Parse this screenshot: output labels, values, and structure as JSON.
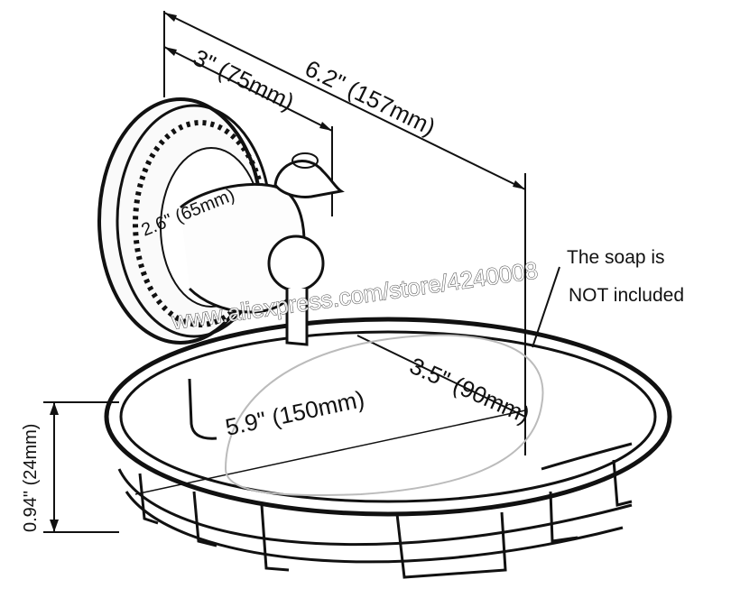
{
  "dimensions": {
    "overall_width": "6.2\" (157mm)",
    "projection": "3\" (75mm)",
    "base_diameter": "2.6\" (65mm)",
    "basket_depth": "3.5\" (90mm)",
    "basket_length": "5.9\" (150mm)",
    "basket_height": "0.94\" (24mm)"
  },
  "note": {
    "line1": "The soap is",
    "line2": "NOT included"
  },
  "watermark": "www.aliexpress.com/store/4240008"
}
